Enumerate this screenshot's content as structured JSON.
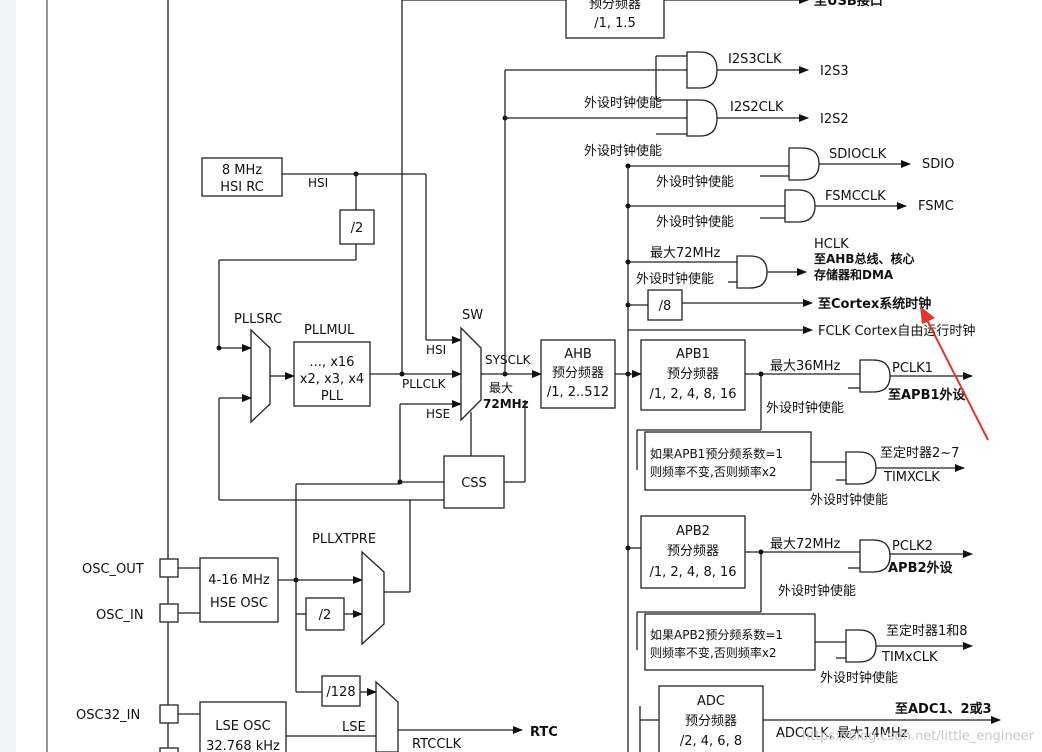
{
  "usb": {
    "title": "预分频器",
    "ratio": "/1, 1.5",
    "dest": "至USB接口"
  },
  "i2s3": {
    "clk": "I2S3CLK",
    "out": "I2S3",
    "enable": "外设时钟使能"
  },
  "i2s2": {
    "clk": "I2S2CLK",
    "out": "I2S2",
    "enable": "外设时钟使能"
  },
  "sdio": {
    "clk": "SDIOCLK",
    "out": "SDIO",
    "enable": "外设时钟使能"
  },
  "fsmc": {
    "clk": "FSMCCLK",
    "out": "FSMC",
    "enable": "外设时钟使能"
  },
  "hclk": {
    "max": "最大72MHz",
    "enable": "外设时钟使能",
    "name": "HCLK",
    "line1": "至AHB总线、核心",
    "line2": "存储器和DMA"
  },
  "cortex": {
    "div": "/8",
    "dest": "至Cortex系统时钟"
  },
  "fclk": {
    "dest": "FCLK Cortex自由运行时钟"
  },
  "hsi": {
    "line1": "8 MHz",
    "line2": "HSI RC",
    "wire": "HSI",
    "div2": "/2"
  },
  "pllsrc": {
    "label": "PLLSRC"
  },
  "pllmul": {
    "label": "PLLMUL",
    "line1": "..., x16",
    "line2": "x2, x3, x4",
    "line3": "PLL"
  },
  "sw": {
    "label": "SW",
    "in_hsi": "HSI",
    "in_pll": "PLLCLK",
    "in_hse": "HSE",
    "sysclk": "SYSCLK",
    "max1": "最大",
    "max2": "72MHz"
  },
  "ahb": {
    "title": "AHB",
    "line2": "预分频器",
    "ratio": "/1, 2..512"
  },
  "apb1": {
    "title": "APB1",
    "line2": "预分频器",
    "ratio": "/1, 2, 4, 8, 16",
    "max": "最大36MHz",
    "pclk": "PCLK1",
    "dest": "至APB1外设",
    "enable": "外设时钟使能"
  },
  "tim27": {
    "note1": "如果APB1预分频系数=1",
    "note2": "则频率不变,否则频率x2",
    "dest": "至定时器2~7",
    "clk": "TIMXCLK",
    "enable": "外设时钟使能"
  },
  "apb2": {
    "title": "APB2",
    "line2": "预分频器",
    "ratio": "/1, 2, 4, 8, 16",
    "max": "最大72MHz",
    "pclk": "PCLK2",
    "dest": "APB2外设",
    "enable": "外设时钟使能"
  },
  "tim18": {
    "note1": "如果APB2预分频系数=1",
    "note2": "则频率不变,否则频率x2",
    "dest": "至定时器1和8",
    "clk": "TIMxCLK",
    "enable": "外设时钟使能"
  },
  "adc": {
    "title": "ADC",
    "line2": "预分频器",
    "ratio": "/2, 4, 6, 8",
    "dest": "至ADC1、2或3",
    "clk": "ADCCLK, 最大14MHz"
  },
  "css": {
    "label": "CSS"
  },
  "pllxtpre": {
    "label": "PLLXTPRE",
    "div2": "/2"
  },
  "hse": {
    "line1": "4-16 MHz",
    "line2": "HSE OSC",
    "osc_out": "OSC_OUT",
    "osc_in": "OSC_IN"
  },
  "lse": {
    "line1": "LSE OSC",
    "line2": "32.768 kHz",
    "osc32_in": "OSC32_IN",
    "wire": "LSE",
    "div128": "/128",
    "rtcclk": "RTCCLK",
    "rtc": "RTC"
  },
  "watermark": "https://blog.csdn.net/little_engineer"
}
